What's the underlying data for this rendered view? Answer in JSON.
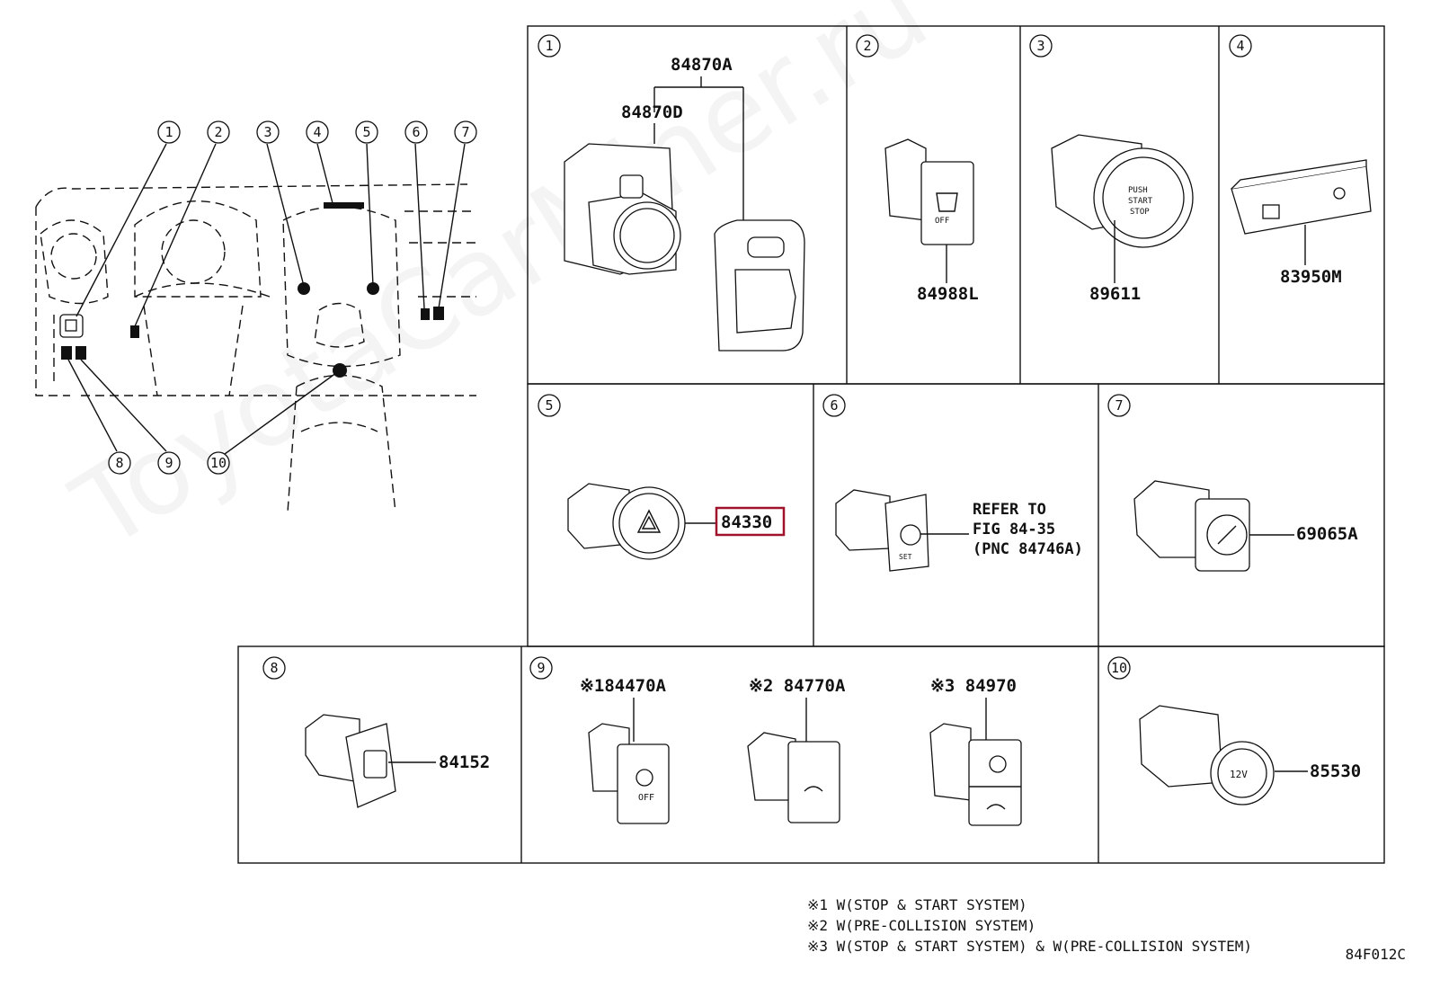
{
  "watermark": "ToyotaCarMiner.ru",
  "figure_code": "84F012C",
  "overview": {
    "callouts": [
      "1",
      "2",
      "3",
      "4",
      "5",
      "6",
      "7",
      "8",
      "9",
      "10"
    ]
  },
  "panels": {
    "p1": {
      "index": "1",
      "parts": [
        "84870A",
        "84870D"
      ]
    },
    "p2": {
      "index": "2",
      "parts": [
        "84988L"
      ]
    },
    "p3": {
      "index": "3",
      "parts": [
        "89611"
      ]
    },
    "p4": {
      "index": "4",
      "parts": [
        "83950M"
      ]
    },
    "p5": {
      "index": "5",
      "parts": [
        "84330"
      ],
      "highlight_color": "#a0112c"
    },
    "p6": {
      "index": "6",
      "refer": [
        "REFER TO",
        "FIG 84-35",
        "(PNC 84746A)"
      ]
    },
    "p7": {
      "index": "7",
      "parts": [
        "69065A"
      ]
    },
    "p8": {
      "index": "8",
      "parts": [
        "84152"
      ]
    },
    "p9": {
      "index": "9",
      "parts": [
        "※184470A",
        "※2 84770A",
        "※3 84970"
      ]
    },
    "p10": {
      "index": "10",
      "parts": [
        "85530"
      ]
    }
  },
  "part_labels": {
    "switch_hazard": "🔺",
    "start_button": [
      "PUSH",
      "START",
      "STOP"
    ],
    "off_label": "OFF",
    "twelve_v": "12V",
    "set_label": "SET"
  },
  "notes": [
    "※1 W(STOP & START SYSTEM)",
    "※2 W(PRE-COLLISION SYSTEM)",
    "※3 W(STOP & START SYSTEM) & W(PRE-COLLISION SYSTEM)"
  ]
}
